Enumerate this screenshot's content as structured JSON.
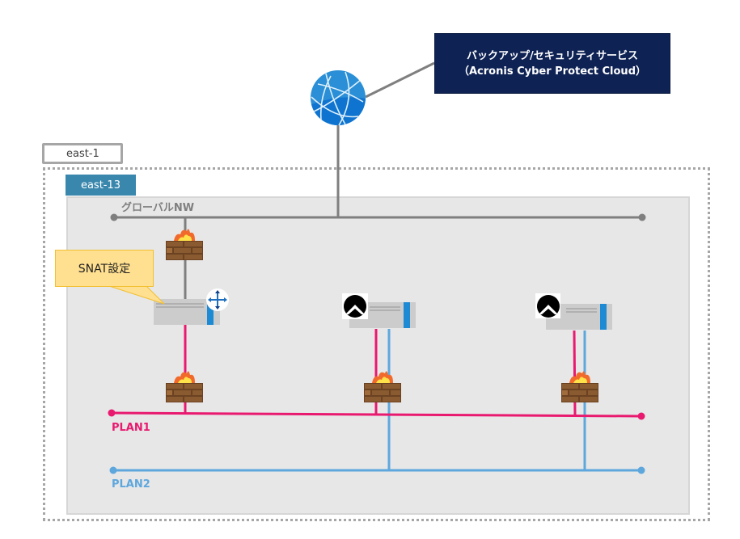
{
  "service": {
    "title_line1": "バックアップ/セキュリティサービス",
    "title_line2": "（Acronis Cyber Protect Cloud）",
    "icon": "globe-icon"
  },
  "region": {
    "label": "east-1"
  },
  "zone": {
    "label": "east-13"
  },
  "networks": {
    "global": {
      "label": "グローバルNW",
      "color": "#7f7f7f"
    },
    "plan1": {
      "label": "PLAN1",
      "color": "#e8196f"
    },
    "plan2": {
      "label": "PLAN2",
      "color": "#5ea7dd"
    }
  },
  "callout": {
    "text": "SNAT設定"
  },
  "nodes": [
    {
      "type": "router",
      "icon": "router-move-icon",
      "networks": [
        "global",
        "plan1"
      ]
    },
    {
      "type": "server",
      "icon": "rocky-linux-icon",
      "networks": [
        "plan1",
        "plan2"
      ]
    },
    {
      "type": "server",
      "icon": "rocky-linux-icon",
      "networks": [
        "plan1",
        "plan2"
      ]
    }
  ],
  "colors": {
    "service_box": "#0e2254",
    "zone_label": "#3a87ad",
    "panel": "#e7e7e7",
    "device_accent": "#1e8ad3"
  }
}
